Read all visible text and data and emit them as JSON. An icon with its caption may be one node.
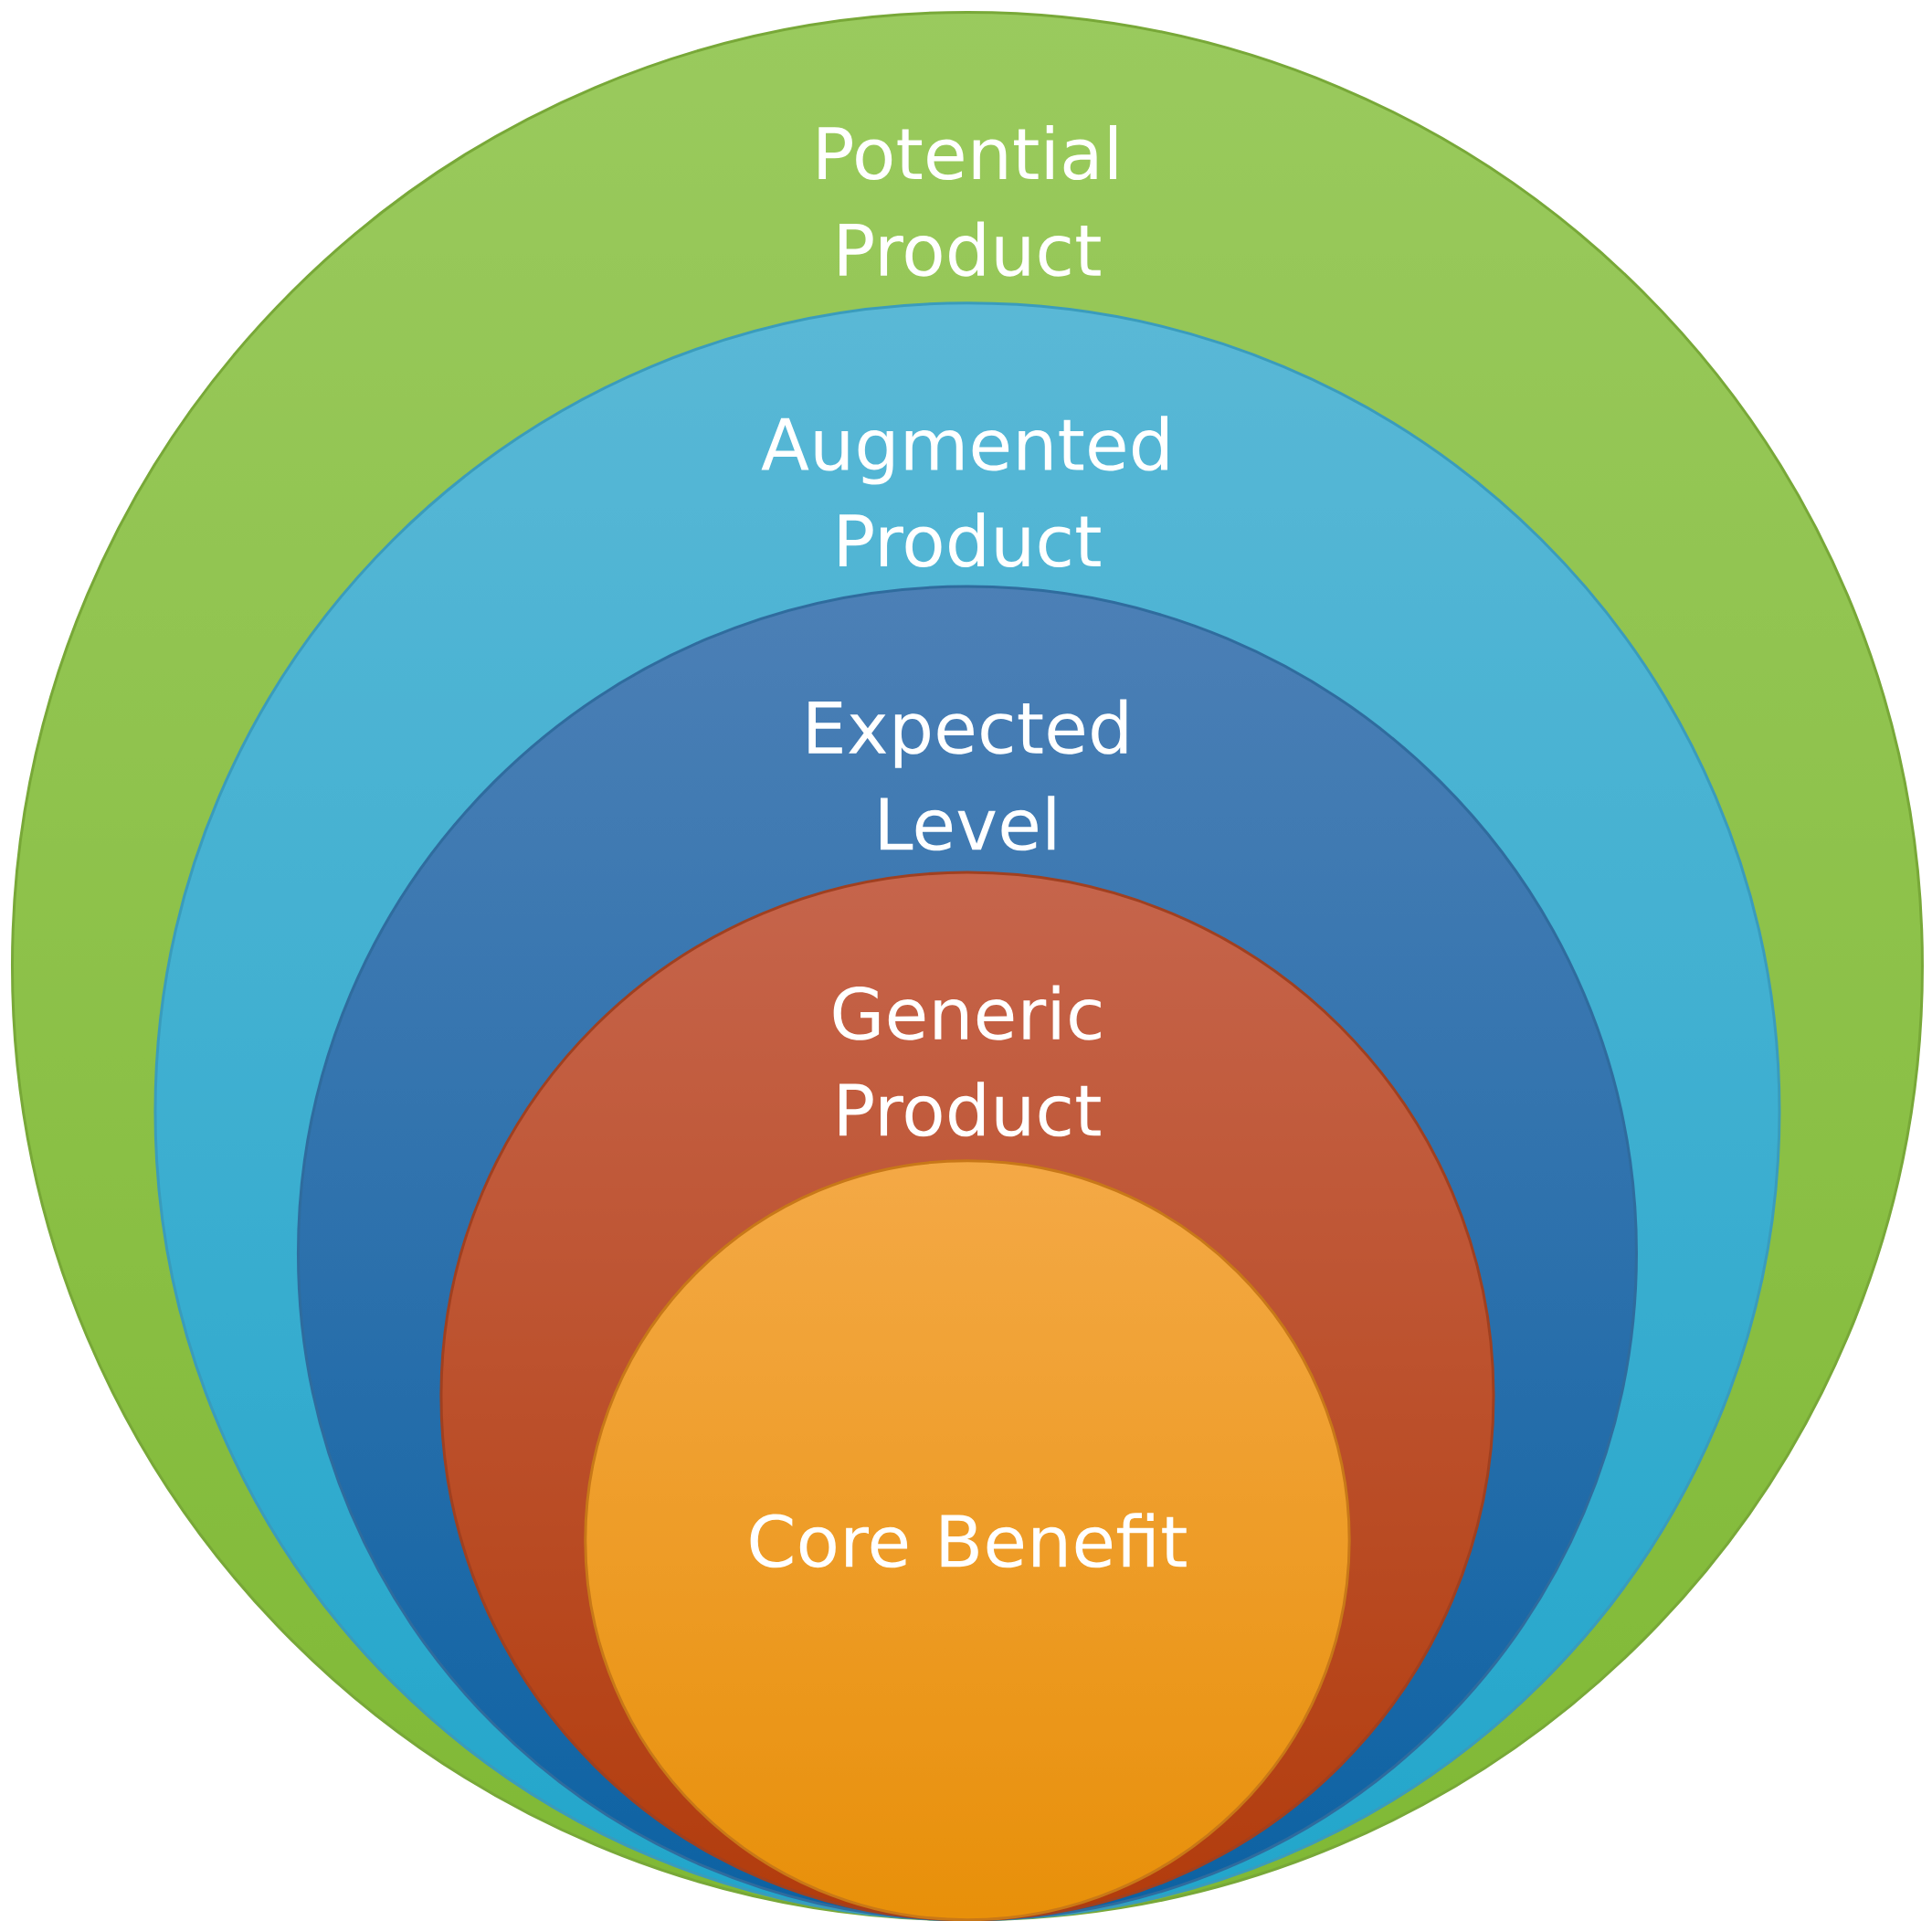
{
  "diagram": {
    "nodes": [
      {
        "text": [
          "Potential Product"
        ]
      },
      {
        "text": [
          "Augmented Product"
        ],
        "in": 0
      },
      {
        "text": [
          "Expected Level"
        ],
        "in": 1
      },
      {
        "text": [
          "Generic Product"
        ],
        "in": 2
      },
      {
        "text": [
          "Core Benefit"
        ],
        "in": 3
      }
    ]
  }
}
